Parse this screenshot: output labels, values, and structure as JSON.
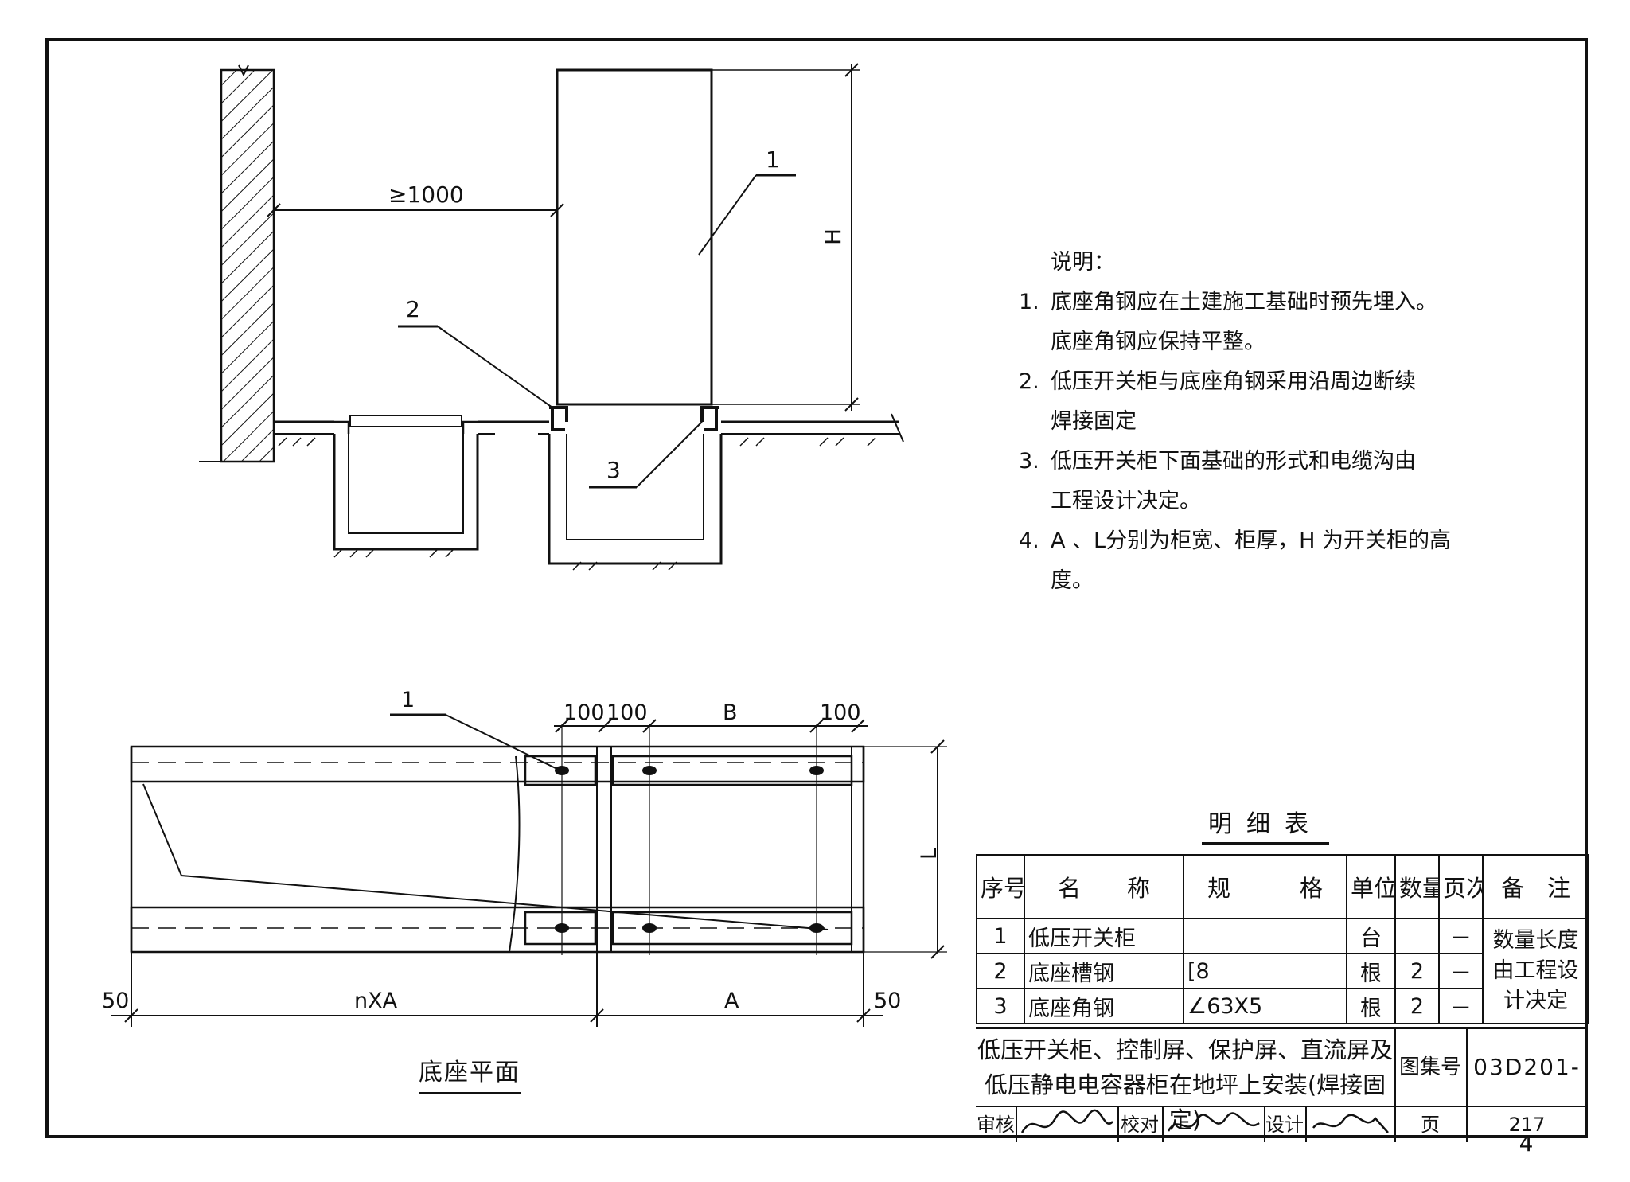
{
  "section_view": {
    "clearance": "≥1000",
    "height_dim": "H",
    "callouts": [
      "1",
      "2",
      "3"
    ]
  },
  "plan_view": {
    "callout": "1",
    "dims_top": [
      "100",
      "100",
      "B",
      "100"
    ],
    "dim_side": "L",
    "dims_bottom": [
      "50",
      "nXA",
      "A",
      "50"
    ],
    "caption": "底座平面"
  },
  "notes": {
    "heading": "说明：",
    "items": [
      {
        "num": "1.",
        "lines": [
          "底座角钢应在土建施工基础时预先埋入。",
          "底座角钢应保持平整。"
        ]
      },
      {
        "num": "2.",
        "lines": [
          "低压开关柜与底座角钢采用沿周边断续",
          "焊接固定"
        ]
      },
      {
        "num": "3.",
        "lines": [
          "低压开关柜下面基础的形式和电缆沟由",
          "工程设计决定。"
        ]
      },
      {
        "num": "4.",
        "lines": [
          "A 、L分别为柜宽、柜厚，H 为开关柜的高度。"
        ]
      }
    ]
  },
  "bom": {
    "title": "明细表",
    "headers": [
      "序号",
      "名　　称",
      "规　　　格",
      "单位",
      "数量",
      "页次",
      "备　注"
    ],
    "rows": [
      [
        "1",
        "低压开关柜",
        "",
        "台",
        "",
        "－"
      ],
      [
        "2",
        "底座槽钢",
        "[8",
        "根",
        "2",
        "－"
      ],
      [
        "3",
        "底座角钢",
        "∠63X5",
        "根",
        "2",
        "－"
      ]
    ],
    "remark": "数量长度由工程设计决定"
  },
  "title_block": {
    "title_line1": "低压开关柜、控制屏、保护屏、直流屏及",
    "title_line2": "低压静电电容器柜在地坪上安装(焊接固定)",
    "atlas_label": "图集号",
    "atlas_no": "03D201-4",
    "review_label": "审核",
    "check_label": "校对",
    "design_label": "设计",
    "page_label": "页",
    "page_no": "217",
    "signatures": [
      "审核人签名",
      "校对人签名",
      "设计人签名"
    ]
  }
}
